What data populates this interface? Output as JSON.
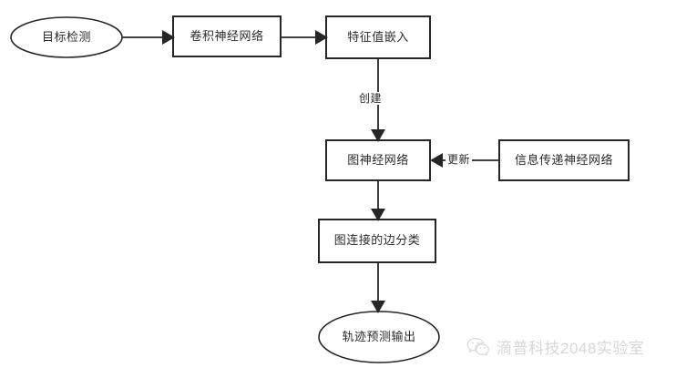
{
  "diagram": {
    "type": "flowchart",
    "orientation": "top-down",
    "background_color": "#ffffff",
    "stroke_color": "#262626",
    "text_color": "#2b2b2b",
    "nodes": [
      {
        "id": "object-detection",
        "shape": "ellipse",
        "label": "目标检测"
      },
      {
        "id": "convolutional-neural-network",
        "shape": "rectangle",
        "label": "卷积神经网络"
      },
      {
        "id": "feature-embedding",
        "shape": "rectangle",
        "label": "特征值嵌入"
      },
      {
        "id": "graph-neural-network",
        "shape": "rectangle",
        "label": "图神经网络"
      },
      {
        "id": "message-passing-network",
        "shape": "rectangle",
        "label": "信息传递神经网络"
      },
      {
        "id": "graph-edge-classification",
        "shape": "rectangle",
        "label": "图连接的边分类"
      },
      {
        "id": "trajectory-prediction-output",
        "shape": "ellipse",
        "label": "轨迹预测输出"
      }
    ],
    "edges": [
      {
        "from": "object-detection",
        "to": "convolutional-neural-network",
        "label": "",
        "direction": "right"
      },
      {
        "from": "convolutional-neural-network",
        "to": "feature-embedding",
        "label": "",
        "direction": "right"
      },
      {
        "from": "feature-embedding",
        "to": "graph-neural-network",
        "label": "创建",
        "direction": "down"
      },
      {
        "from": "message-passing-network",
        "to": "graph-neural-network",
        "label": "更新",
        "direction": "left"
      },
      {
        "from": "graph-neural-network",
        "to": "graph-edge-classification",
        "label": "",
        "direction": "down"
      },
      {
        "from": "graph-edge-classification",
        "to": "trajectory-prediction-output",
        "label": "",
        "direction": "down"
      }
    ]
  },
  "watermark": {
    "text": "滴普科技2048实验室",
    "logo_name": "wechat-logo",
    "color": "#8a8a8a"
  }
}
